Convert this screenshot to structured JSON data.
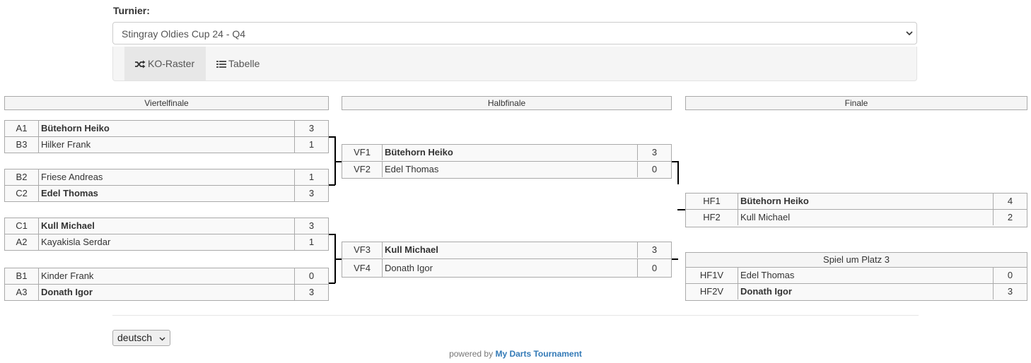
{
  "header": {
    "turnier_label": "Turnier:",
    "tournament_selected": "Stingray Oldies Cup 24 - Q4"
  },
  "tabs": [
    {
      "label": "KO-Raster",
      "icon": "shuffle-icon",
      "active": true
    },
    {
      "label": "Tabelle",
      "icon": "list-icon",
      "active": false
    }
  ],
  "rounds": {
    "viertelfinale": "Viertelfinale",
    "halbfinale": "Halbfinale",
    "finale": "Finale"
  },
  "quarterfinals": [
    {
      "rows": [
        {
          "id": "A1",
          "name": "Bütehorn Heiko",
          "score": "3",
          "win": true
        },
        {
          "id": "B3",
          "name": "Hilker Frank",
          "score": "1",
          "win": false
        }
      ]
    },
    {
      "rows": [
        {
          "id": "B2",
          "name": "Friese Andreas",
          "score": "1",
          "win": false
        },
        {
          "id": "C2",
          "name": "Edel Thomas",
          "score": "3",
          "win": true
        }
      ]
    },
    {
      "rows": [
        {
          "id": "C1",
          "name": "Kull Michael",
          "score": "3",
          "win": true
        },
        {
          "id": "A2",
          "name": "Kayakisla Serdar",
          "score": "1",
          "win": false
        }
      ]
    },
    {
      "rows": [
        {
          "id": "B1",
          "name": "Kinder Frank",
          "score": "0",
          "win": false
        },
        {
          "id": "A3",
          "name": "Donath Igor",
          "score": "3",
          "win": true
        }
      ]
    }
  ],
  "semifinals": [
    {
      "rows": [
        {
          "id": "VF1",
          "name": "Bütehorn Heiko",
          "score": "3",
          "win": true
        },
        {
          "id": "VF2",
          "name": "Edel Thomas",
          "score": "0",
          "win": false
        }
      ]
    },
    {
      "rows": [
        {
          "id": "VF3",
          "name": "Kull Michael",
          "score": "3",
          "win": true
        },
        {
          "id": "VF4",
          "name": "Donath Igor",
          "score": "0",
          "win": false
        }
      ]
    }
  ],
  "final": {
    "rows": [
      {
        "id": "HF1",
        "name": "Bütehorn Heiko",
        "score": "4",
        "win": true
      },
      {
        "id": "HF2",
        "name": "Kull Michael",
        "score": "2",
        "win": false
      }
    ]
  },
  "third_place": {
    "title": "Spiel um Platz 3",
    "rows": [
      {
        "id": "HF1V",
        "name": "Edel Thomas",
        "score": "0",
        "win": false
      },
      {
        "id": "HF2V",
        "name": "Donath Igor",
        "score": "3",
        "win": true
      }
    ]
  },
  "footer": {
    "language": "deutsch",
    "powered_by": "powered by",
    "brand": "My Darts Tournament"
  }
}
